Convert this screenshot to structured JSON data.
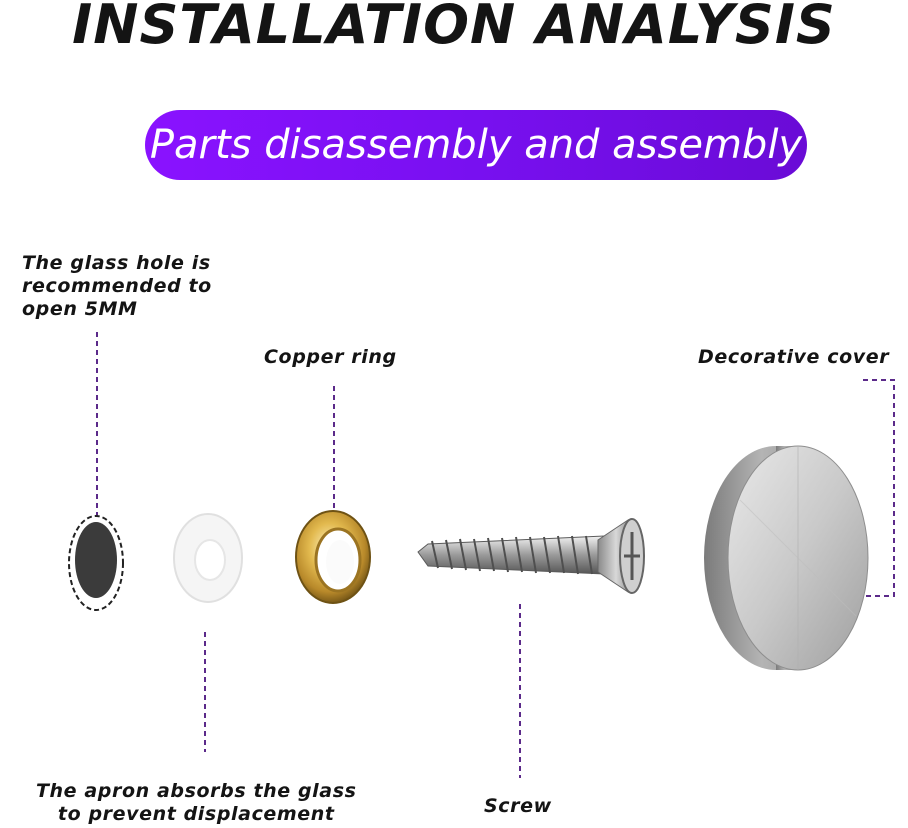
{
  "header": {
    "title": "INSTALLATION ANALYSIS",
    "subtitle": "Parts disassembly and assembly"
  },
  "labels": {
    "glass_hole": [
      "The glass hole is",
      "recommended to",
      "open 5MM"
    ],
    "copper_ring": "Copper ring",
    "decorative_cover": "Decorative cover",
    "apron": [
      "The apron absorbs the glass",
      "to prevent displacement"
    ],
    "screw": "Screw"
  },
  "colors": {
    "accent": "#7a10f2",
    "leader_line": "#5b2a8a",
    "text": "#141414"
  },
  "icons": [
    "glass-hole-icon",
    "white-washer-icon",
    "copper-ring-icon",
    "screw-icon",
    "decorative-cover-icon"
  ]
}
